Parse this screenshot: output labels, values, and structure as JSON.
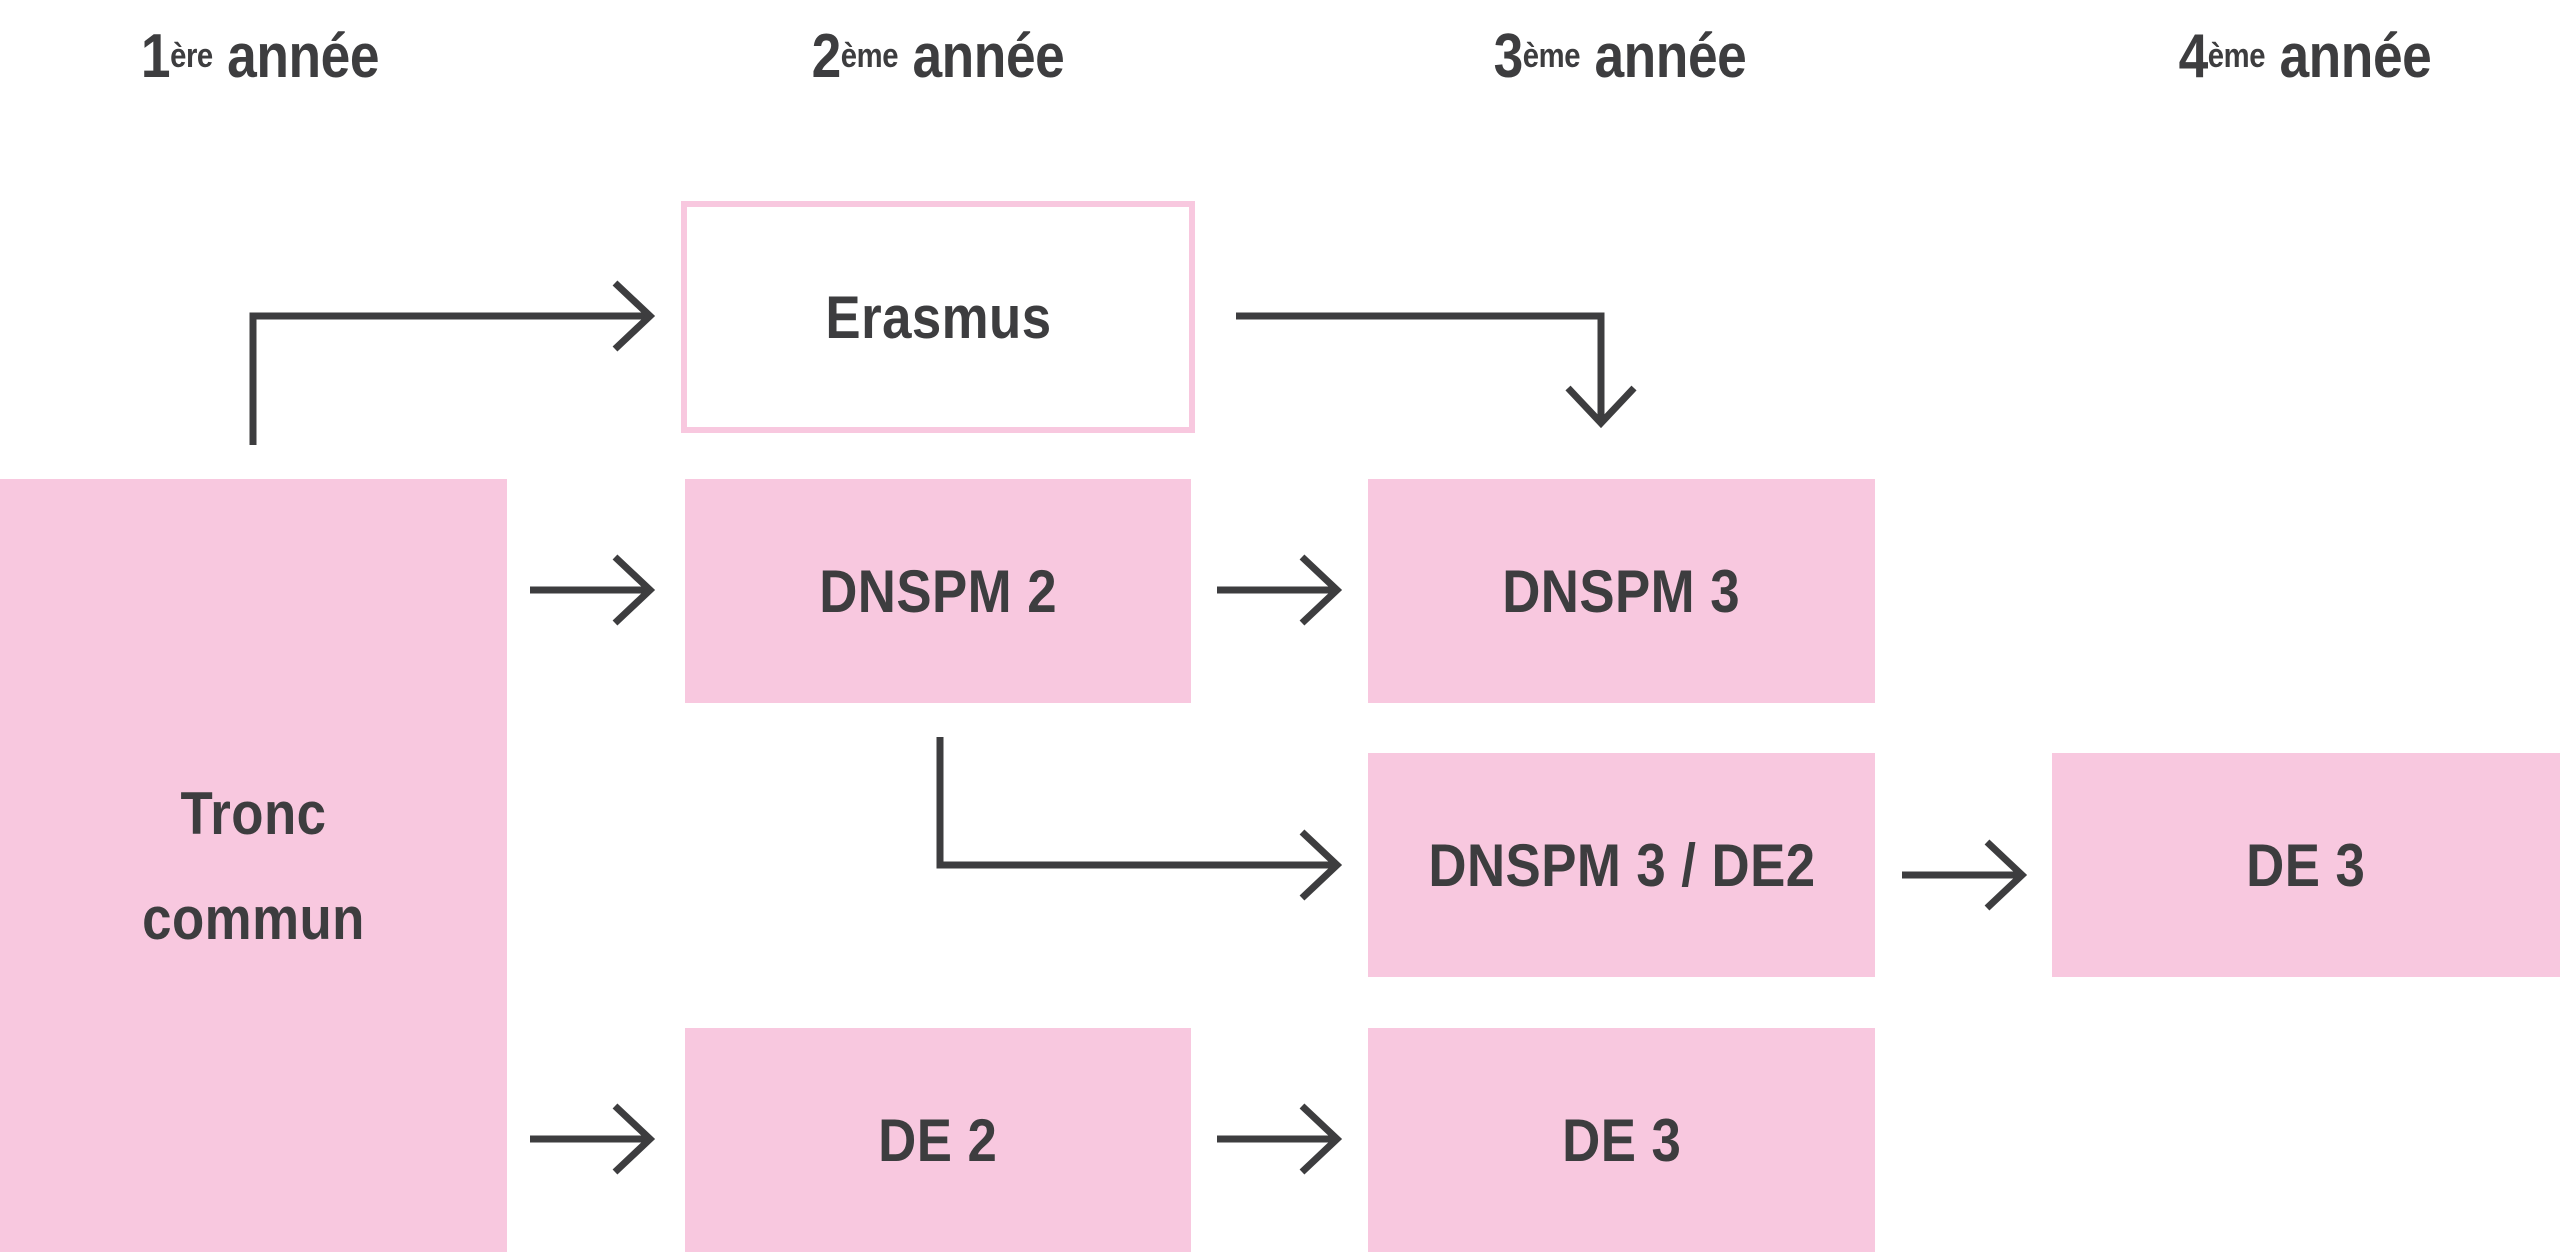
{
  "headings": [
    {
      "number": "1",
      "suffix": "ère",
      "word": "année"
    },
    {
      "number": "2",
      "suffix": "ème",
      "word": "année"
    },
    {
      "number": "3",
      "suffix": "ème",
      "word": "année"
    },
    {
      "number": "4",
      "suffix": "ème",
      "word": "année"
    }
  ],
  "boxes": {
    "tronc_commun": "Tronc\ncommun",
    "erasmus": "Erasmus",
    "dnspm2": "DNSPM 2",
    "dnspm3": "DNSPM 3",
    "dnspm3_de2": "DNSPM 3 / DE2",
    "de3_year4": "DE 3",
    "de2": "DE 2",
    "de3_year3": "DE 3"
  },
  "colors": {
    "box_fill": "#f8c8df",
    "text": "#3d3d3f",
    "arrow": "#3d3d3f"
  }
}
